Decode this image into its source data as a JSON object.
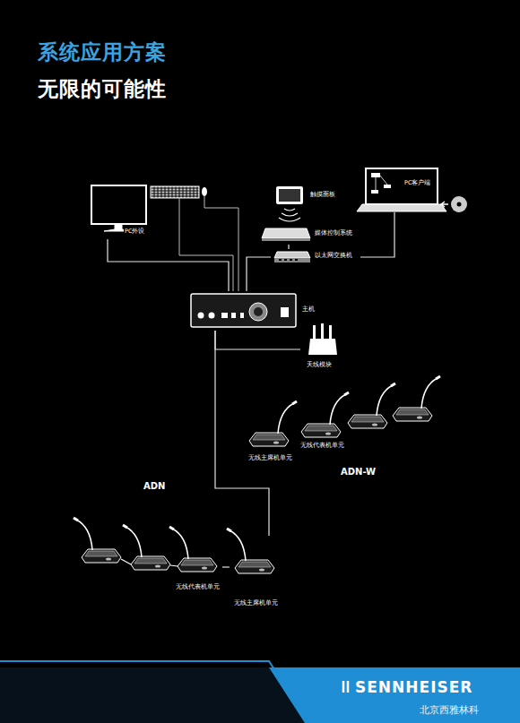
{
  "diagram": {
    "title": "系统应用方案",
    "nodes": [
      {
        "text": [
          "PC外设"
        ]
      },
      {
        "text": [
          "触摸面板"
        ]
      },
      {
        "text": [
          "媒体控制系统"
        ]
      },
      {
        "text": [
          "以太网交换机"
        ]
      },
      {
        "text": [
          "PC客户端"
        ]
      },
      {
        "text": [
          "主机"
        ]
      },
      {
        "text": [
          "天线模块"
        ]
      },
      {
        "text": [
          "无线主席机单元"
        ]
      },
      {
        "text": [
          "无线代表机单元"
        ]
      },
      {
        "text": [
          "无线代表机单元"
        ]
      },
      {
        "text": [
          "无线主席机单元"
        ]
      }
    ],
    "edges": [
      {
        "from": 0,
        "to": 5,
        "arrow": "none"
      },
      {
        "from": 3,
        "to": 5,
        "arrow": "none"
      },
      {
        "from": 3,
        "to": 2,
        "arrow": "none"
      },
      {
        "from": 3,
        "to": 4,
        "arrow": "none"
      },
      {
        "from": 5,
        "to": 6,
        "arrow": "none"
      },
      {
        "from": 5,
        "to": 10,
        "arrow": "none"
      },
      {
        "from": 9,
        "to": 10,
        "arrow": "none"
      }
    ],
    "labels": [
      "无限的可能性",
      "ADN",
      "ADN-W",
      "SENNHEISER",
      "北京西雅林科"
    ]
  }
}
